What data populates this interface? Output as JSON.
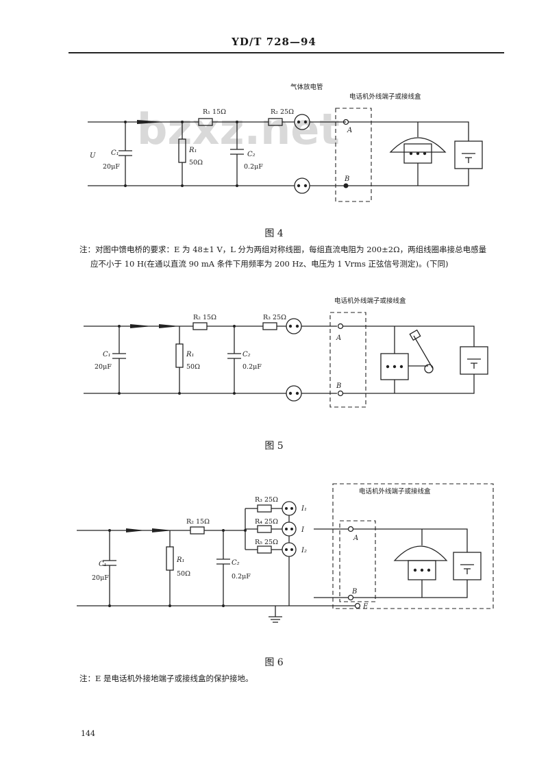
{
  "header": {
    "code": "YD/T 728—94"
  },
  "figures": [
    {
      "caption": "图 4",
      "tube_label": "气体放电管",
      "box_label": "电话机外线端子或接线盒",
      "r_series_top": "R₁  15Ω",
      "r_series_top2": "R₂  25Ω",
      "r_shunt": "R₁",
      "r_shunt_value": "50Ω",
      "c1": "C₁",
      "c1_value": "20μF",
      "c2": "C₂",
      "c2_value": "0.2μF",
      "source": "U",
      "terminal_a": "A",
      "terminal_b": "B"
    },
    {
      "caption": "图 5",
      "box_label": "电话机外线端子或接线盒",
      "r_series_top": "R₂  15Ω",
      "r_series_top2": "R₃  25Ω",
      "r_shunt": "R₁",
      "r_shunt_value": "50Ω",
      "c1": "C₁",
      "c1_value": "20μF",
      "c2": "C₂",
      "c2_value": "0.2μF",
      "terminal_a": "A",
      "terminal_b": "B"
    },
    {
      "caption": "图 6",
      "box_label": "电话机外线端子或接线盒",
      "r_series": "R₂  15Ω",
      "r_branch_1": "R₃  25Ω",
      "r_branch_2": "R₄  25Ω",
      "r_branch_3": "R₅  25Ω",
      "r_shunt": "R₁",
      "r_shunt_value": "50Ω",
      "c1": "C₁",
      "c1_value": "20μF",
      "c2": "C₂",
      "c2_value": "0.2μF",
      "out_i1": "I₁",
      "out_i": "I",
      "out_i2": "I₂",
      "terminal_a": "A",
      "terminal_b": "B",
      "terminal_e": "E"
    }
  ],
  "note_4": {
    "line1": "注：对图中馈电桥的要求：E 为 48±1 V，L 分为两组对称线圈，每组直流电阻为 200±2Ω，两组线圈串接总电感量",
    "line2": "应不小于 10 H(在通以直流 90 mA 条件下用频率为 200 Hz、电压为 1 Vrms 正弦信号测定)。(下同)"
  },
  "note_6": "注：E 是电话机外接地端子或接线盒的保护接地。",
  "page_number": "144",
  "watermark": "bzxz.net"
}
